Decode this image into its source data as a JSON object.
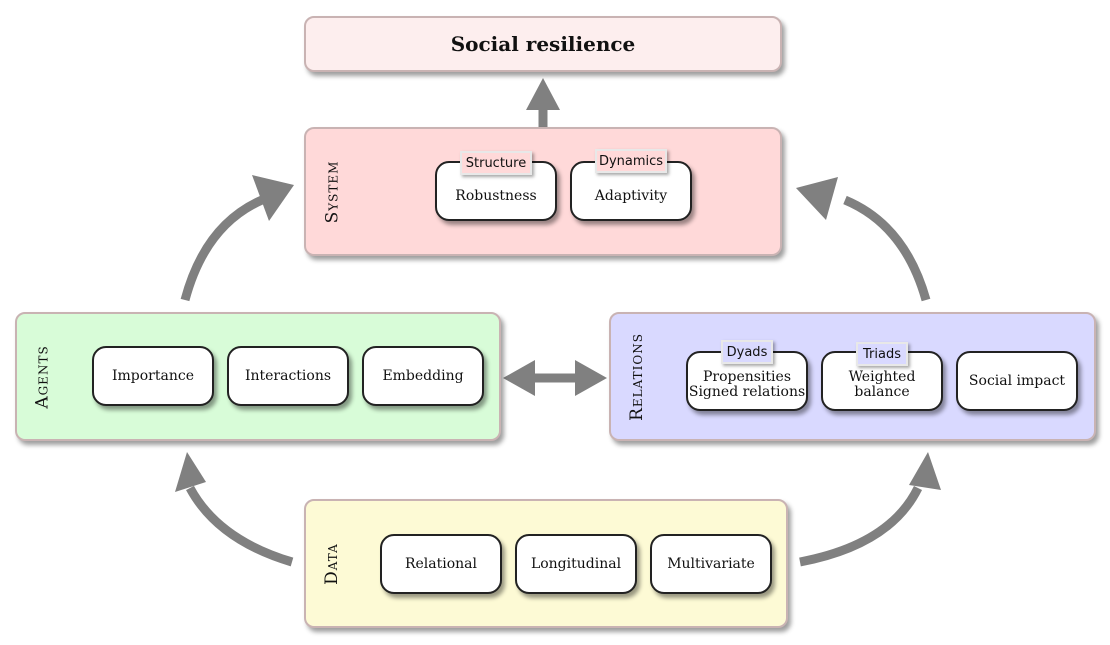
{
  "title": "Social resilience",
  "system": {
    "label": "System",
    "nodes": [
      {
        "tag": "Structure",
        "text": "Robustness"
      },
      {
        "tag": "Dynamics",
        "text": "Adaptivity"
      }
    ]
  },
  "agents": {
    "label": "Agents",
    "nodes": [
      "Importance",
      "Interactions",
      "Embedding"
    ]
  },
  "relations": {
    "label": "Relations",
    "nodes": [
      {
        "tag": "Dyads",
        "line1": "Propensities",
        "line2": "Signed relations"
      },
      {
        "tag": "Triads",
        "text": "Weighted balance"
      },
      {
        "text": "Social impact"
      }
    ]
  },
  "data": {
    "label": "Data",
    "nodes": [
      "Relational",
      "Longitudinal",
      "Multivariate"
    ]
  },
  "colors": {
    "title_bg": "#fdeeee",
    "system_bg": "#ffd9d9",
    "agents_bg": "#d8fcd8",
    "relations_bg": "#d9d9ff",
    "data_bg": "#fdfad5",
    "arrow": "#808080"
  }
}
